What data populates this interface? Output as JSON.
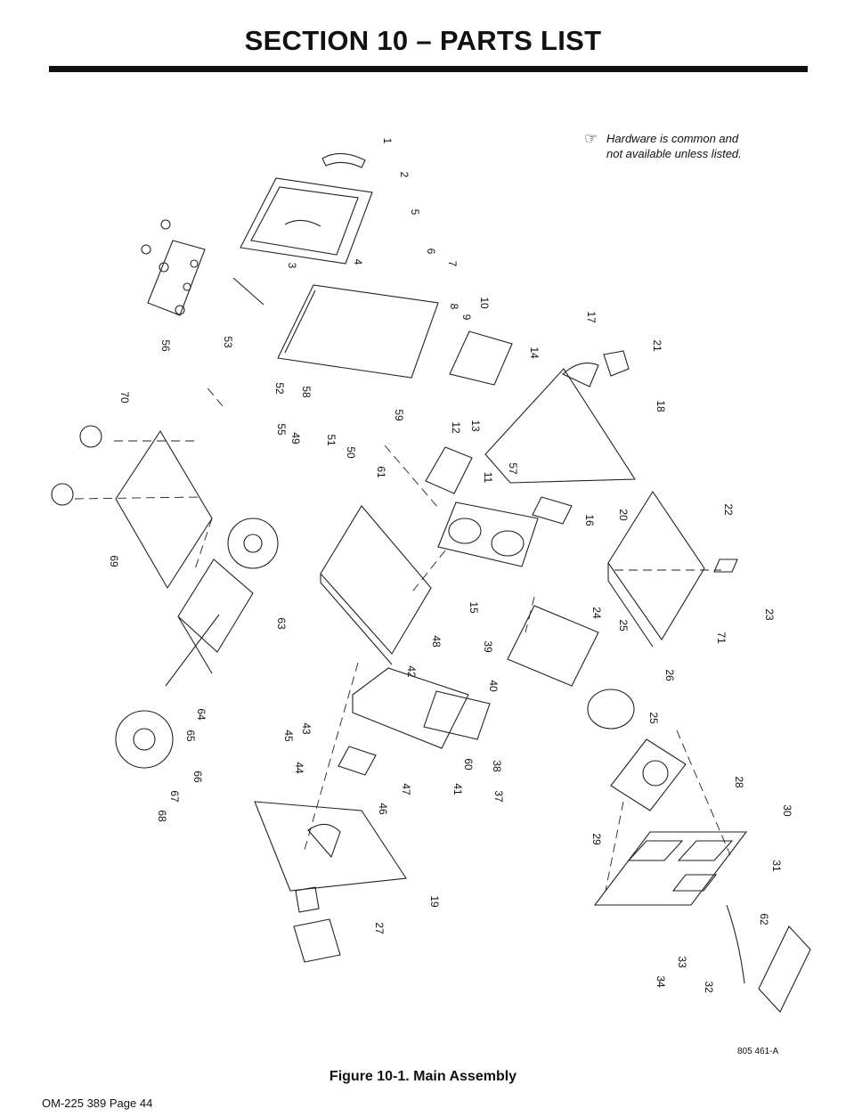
{
  "page": {
    "section_title": "SECTION 10 – PARTS LIST",
    "figure_caption": "Figure 10-1. Main Assembly",
    "footer": "OM-225 389 Page 44",
    "drawing_number": "805 461-A"
  },
  "note": {
    "icon": "pointing-hand-icon",
    "line1": "Hardware is common and",
    "line2": "not available unless listed."
  },
  "callouts": [
    "1",
    "2",
    "3",
    "4",
    "5",
    "6",
    "7",
    "8",
    "9",
    "10",
    "11",
    "12",
    "13",
    "14",
    "15",
    "16",
    "17",
    "18",
    "19",
    "20",
    "21",
    "22",
    "23",
    "24",
    "25",
    "25",
    "26",
    "27",
    "28",
    "29",
    "30",
    "31",
    "32",
    "33",
    "34",
    "37",
    "38",
    "39",
    "40",
    "41",
    "42",
    "43",
    "44",
    "45",
    "46",
    "47",
    "48",
    "49",
    "50",
    "51",
    "52",
    "53",
    "55",
    "56",
    "57",
    "58",
    "59",
    "60",
    "61",
    "62",
    "63",
    "64",
    "65",
    "66",
    "67",
    "68",
    "69",
    "70",
    "71"
  ]
}
